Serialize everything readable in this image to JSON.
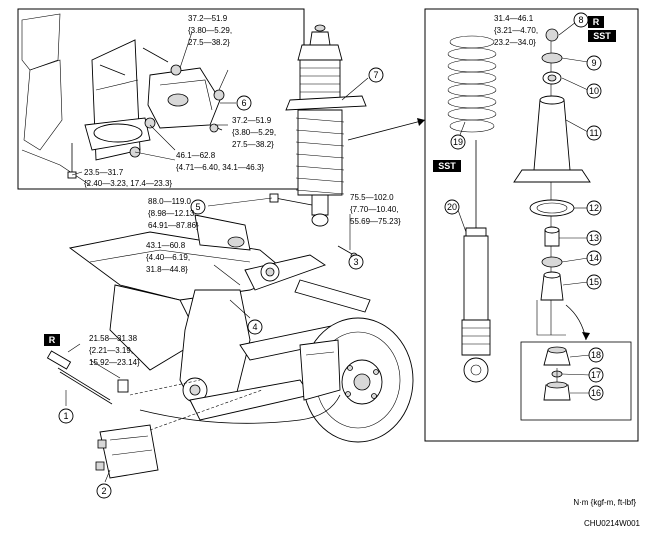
{
  "callouts": [
    "1",
    "2",
    "3",
    "4",
    "5",
    "6",
    "7",
    "8",
    "9",
    "10",
    "11",
    "12",
    "13",
    "14",
    "15",
    "16",
    "17",
    "18",
    "19",
    "20"
  ],
  "torques": {
    "t_top1": [
      "37.2—51.9",
      "{3.80—5.29,",
      "27.5—38.2}"
    ],
    "t_top2": [
      "37.2—51.9",
      "{3.80—5.29,",
      "27.5—38.2}"
    ],
    "t_mount": [
      "46.1—62.8",
      "{4.71—6.40, 34.1—46.3}"
    ],
    "t_bolt": [
      "23.5—31.7",
      "{2.40—3.23, 17.4—23.3}"
    ],
    "t_nut8": [
      "31.4—46.1",
      "{3.21—4.70,",
      "23.2—34.0}"
    ],
    "t_5": [
      "88.0—119.0",
      "{8.98—12.13,",
      "64.91—87.86}"
    ],
    "t_3": [
      "75.5—102.0",
      "{7.70—10.40,",
      "55.69—75.23}"
    ],
    "t_4": [
      "43.1—60.8",
      "{4.40—6.19,",
      "31.8—44.8}"
    ],
    "t_1": [
      "21.58—31.38",
      "{2.21—3.19,",
      "15.92—23.14}"
    ]
  },
  "tags": {
    "r": "R",
    "sst": "SST"
  },
  "footer": {
    "unit": "N·m {kgf-m, ft-lbf}",
    "code": "CHU0214W001"
  }
}
